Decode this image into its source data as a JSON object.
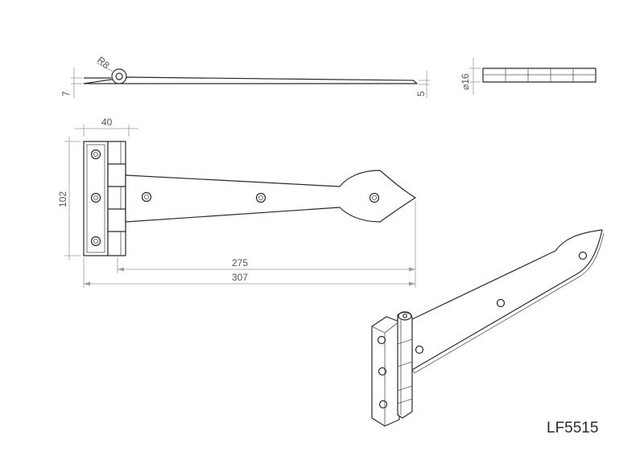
{
  "part_code": "LF5515",
  "dimensions": {
    "radius": "R8",
    "thickness": "7",
    "strap_thickness": "5",
    "knuckle_diameter": "⌀16",
    "plate_width": "40",
    "plate_height": "102",
    "strap_length": "275",
    "overall_length": "307"
  }
}
